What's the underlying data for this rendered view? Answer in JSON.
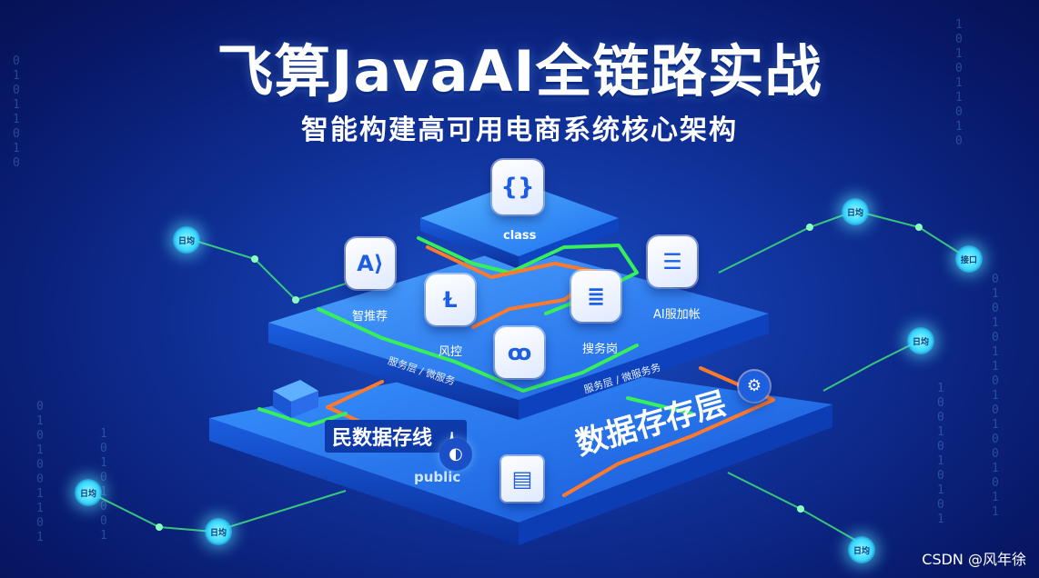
{
  "header": {
    "title": "飞算JavaAI全链路实战",
    "subtitle": "智能构建高可用电商系统核心架构"
  },
  "pyramid": {
    "top_label": "class",
    "middle_icons": [
      {
        "icon": "ai-icon",
        "label": "智推荐"
      },
      {
        "icon": "shield-icon",
        "label": "风控"
      },
      {
        "icon": "team-icon",
        "label": ""
      },
      {
        "icon": "document-icon",
        "label": "搜务岗"
      },
      {
        "icon": "list-icon",
        "label": "AI服加帐"
      }
    ],
    "middle_edge_labels": [
      "服务层 / 微服务",
      "服务层 / 微服务务"
    ],
    "bottom_left_label": "民数据存线",
    "bottom_left_arrow": "人",
    "bottom_public_label": "public",
    "bottom_big_label": "数据存存层"
  },
  "nodes": [
    {
      "text": "日均"
    },
    {
      "text": "日均"
    },
    {
      "text": "接口"
    },
    {
      "text": "日均"
    },
    {
      "text": "日均"
    },
    {
      "text": "日均"
    },
    {
      "text": "日均"
    }
  ],
  "colors": {
    "accent_green": "#37ef5a",
    "accent_orange": "#ff7a2a",
    "platform_top": "#2f8bff",
    "platform_side": "#1348c8",
    "node_cyan": "#37d8ff"
  },
  "watermark": "CSDN @风年徐"
}
